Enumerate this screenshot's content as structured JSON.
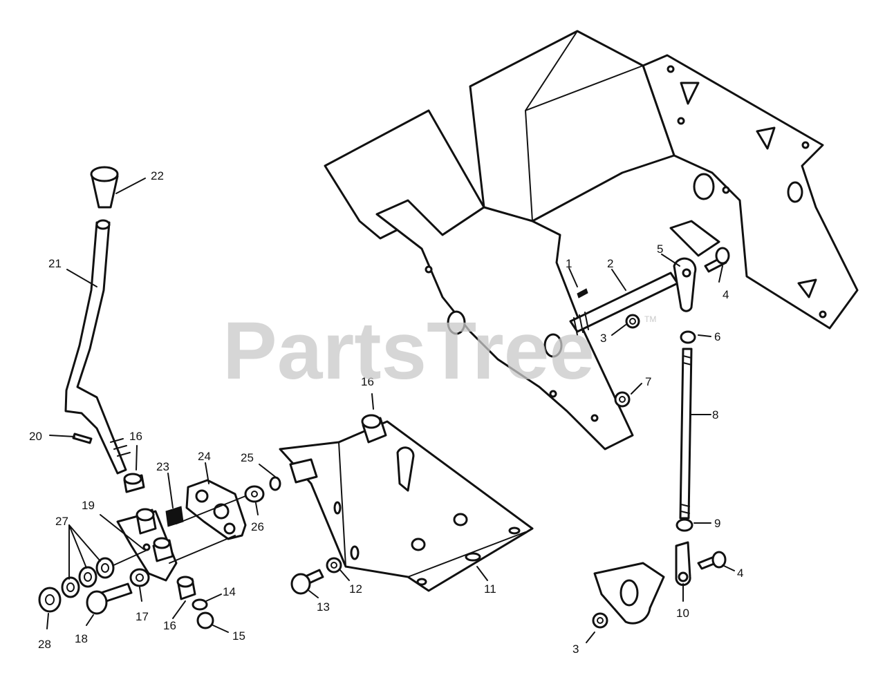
{
  "watermark": {
    "text": "PartsTree",
    "mark": "TM"
  },
  "callouts": [
    {
      "id": "c1",
      "label": "1"
    },
    {
      "id": "c2",
      "label": "2"
    },
    {
      "id": "c3a",
      "label": "3"
    },
    {
      "id": "c3b",
      "label": "3"
    },
    {
      "id": "c4a",
      "label": "4"
    },
    {
      "id": "c4b",
      "label": "4"
    },
    {
      "id": "c5",
      "label": "5"
    },
    {
      "id": "c6",
      "label": "6"
    },
    {
      "id": "c7",
      "label": "7"
    },
    {
      "id": "c8",
      "label": "8"
    },
    {
      "id": "c9",
      "label": "9"
    },
    {
      "id": "c10",
      "label": "10"
    },
    {
      "id": "c11",
      "label": "11"
    },
    {
      "id": "c12",
      "label": "12"
    },
    {
      "id": "c13",
      "label": "13"
    },
    {
      "id": "c14",
      "label": "14"
    },
    {
      "id": "c15",
      "label": "15"
    },
    {
      "id": "c16a",
      "label": "16"
    },
    {
      "id": "c16b",
      "label": "16"
    },
    {
      "id": "c16c",
      "label": "16"
    },
    {
      "id": "c17",
      "label": "17"
    },
    {
      "id": "c18",
      "label": "18"
    },
    {
      "id": "c19",
      "label": "19"
    },
    {
      "id": "c20",
      "label": "20"
    },
    {
      "id": "c21",
      "label": "21"
    },
    {
      "id": "c22",
      "label": "22"
    },
    {
      "id": "c23",
      "label": "23"
    },
    {
      "id": "c24",
      "label": "24"
    },
    {
      "id": "c25",
      "label": "25"
    },
    {
      "id": "c26",
      "label": "26"
    },
    {
      "id": "c27",
      "label": "27"
    },
    {
      "id": "c28",
      "label": "28"
    }
  ]
}
